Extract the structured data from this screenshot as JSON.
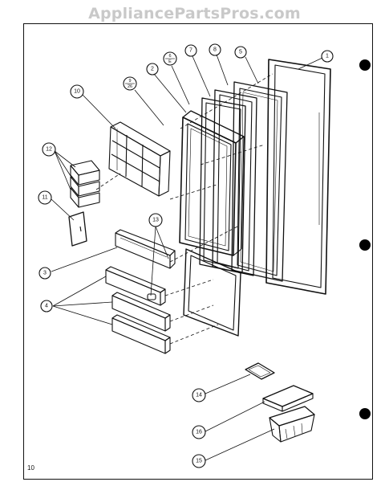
{
  "watermark": "AppliancePartsPros.com",
  "page_number": "10",
  "callouts": [
    {
      "id": "c1",
      "label": "1"
    },
    {
      "id": "c2",
      "label": "2"
    },
    {
      "id": "c3",
      "label": "3"
    },
    {
      "id": "c4",
      "label": "4"
    },
    {
      "id": "c5",
      "label": "5"
    },
    {
      "id": "c6",
      "label": "6"
    },
    {
      "id": "c7",
      "label": "7"
    },
    {
      "id": "c8",
      "label": "8"
    },
    {
      "id": "c9",
      "label": "9"
    },
    {
      "id": "c10",
      "label": "10"
    },
    {
      "id": "c11",
      "label": "11"
    },
    {
      "id": "c12",
      "label": "12"
    },
    {
      "id": "c13",
      "label": "13"
    },
    {
      "id": "c14",
      "label": "14"
    },
    {
      "id": "c15",
      "label": "15"
    },
    {
      "id": "c16",
      "label": "16"
    }
  ],
  "fractions": [
    {
      "id": "f6",
      "top": "6",
      "bottom": "E"
    },
    {
      "id": "f9",
      "top": "9",
      "bottom": "26"
    }
  ],
  "colors": {
    "ink": "#111111",
    "watermark": "#c9c9c9",
    "background": "#ffffff"
  }
}
